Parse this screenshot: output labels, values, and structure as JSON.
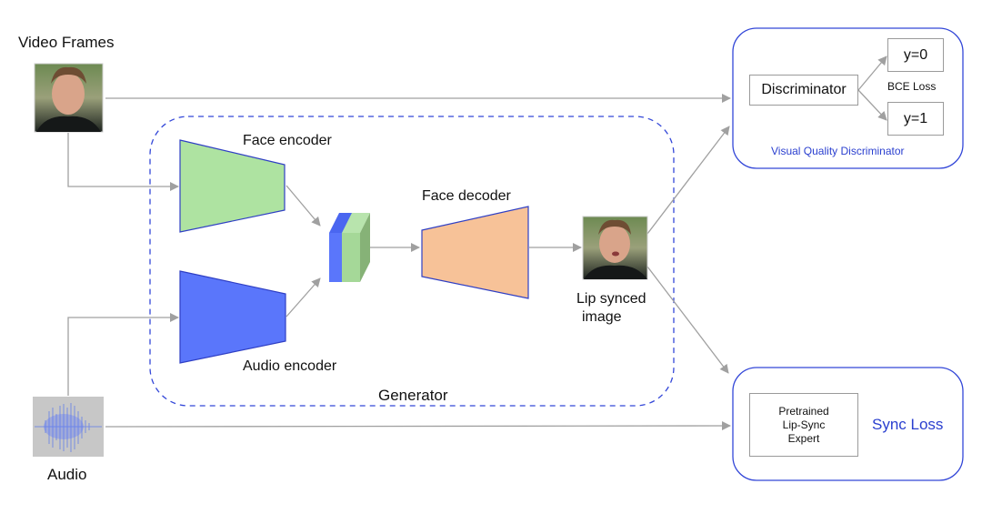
{
  "inputs": {
    "video_frames_label": "Video Frames",
    "audio_label": "Audio"
  },
  "generator": {
    "label": "Generator",
    "face_encoder_label": "Face encoder",
    "audio_encoder_label": "Audio encoder",
    "face_decoder_label": "Face decoder",
    "output_label_line1": "Lip synced",
    "output_label_line2": "image"
  },
  "visual_quality_discriminator": {
    "title": "Visual Quality Discriminator",
    "discriminator_label": "Discriminator",
    "loss_label": "BCE Loss",
    "outputs": [
      "y=0",
      "y=1"
    ]
  },
  "sync_loss": {
    "expert_line1": "Pretrained",
    "expert_line2": "Lip-Sync",
    "expert_line3": "Expert",
    "title": "Sync Loss"
  },
  "colors": {
    "face_encoder": "#aee3a1",
    "audio_encoder": "#5a76fb",
    "face_decoder": "#f7c298",
    "outline_blue": "#2f3fc4",
    "arrow_gray": "#a0a0a0",
    "accent_blue": "#2a3fcf"
  }
}
